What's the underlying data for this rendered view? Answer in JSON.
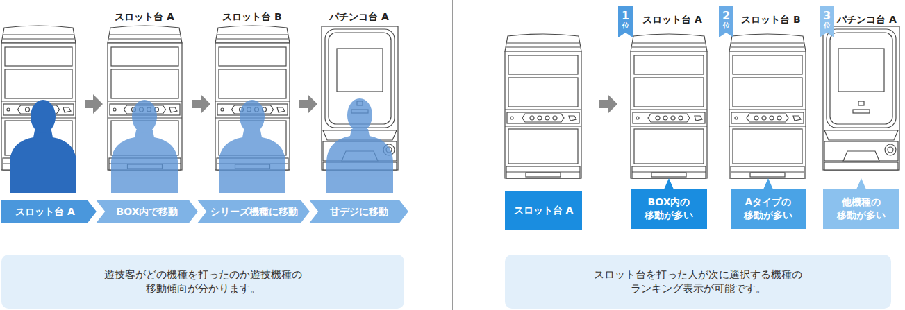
{
  "diagram": {
    "nodes": [
      {
        "text": [
          "スロット台 A"
        ]
      },
      {
        "text": [
          "BOX内で移動"
        ]
      },
      {
        "text": [
          "シリーズ機種に移動"
        ]
      },
      {
        "text": [
          "甘デジに移動"
        ]
      },
      {
        "text": [
          "遊技客がどの機種を打ったのか遊技機種の 移動傾向が分かります。"
        ]
      },
      {
        "text": [
          "1",
          "位"
        ]
      },
      {
        "text": [
          "2",
          "位"
        ]
      },
      {
        "text": [
          "3",
          "位"
        ]
      },
      {
        "text": [
          "スロット台 A"
        ]
      },
      {
        "text": [
          "BOX内の 移動が多い"
        ]
      },
      {
        "text": [
          "Aタイプの 移動が多い"
        ]
      },
      {
        "text": [
          "他機種の 移動が多い"
        ]
      },
      {
        "text": [
          "スロット台を打った人が次に選択する機種の ランキング表示が可能です。"
        ]
      }
    ],
    "labels": [
      "スロット台 A",
      "スロット台 B",
      "パチンコ台 A",
      "スロット台 A",
      "スロット台 B",
      "パチンコ台 A"
    ]
  }
}
